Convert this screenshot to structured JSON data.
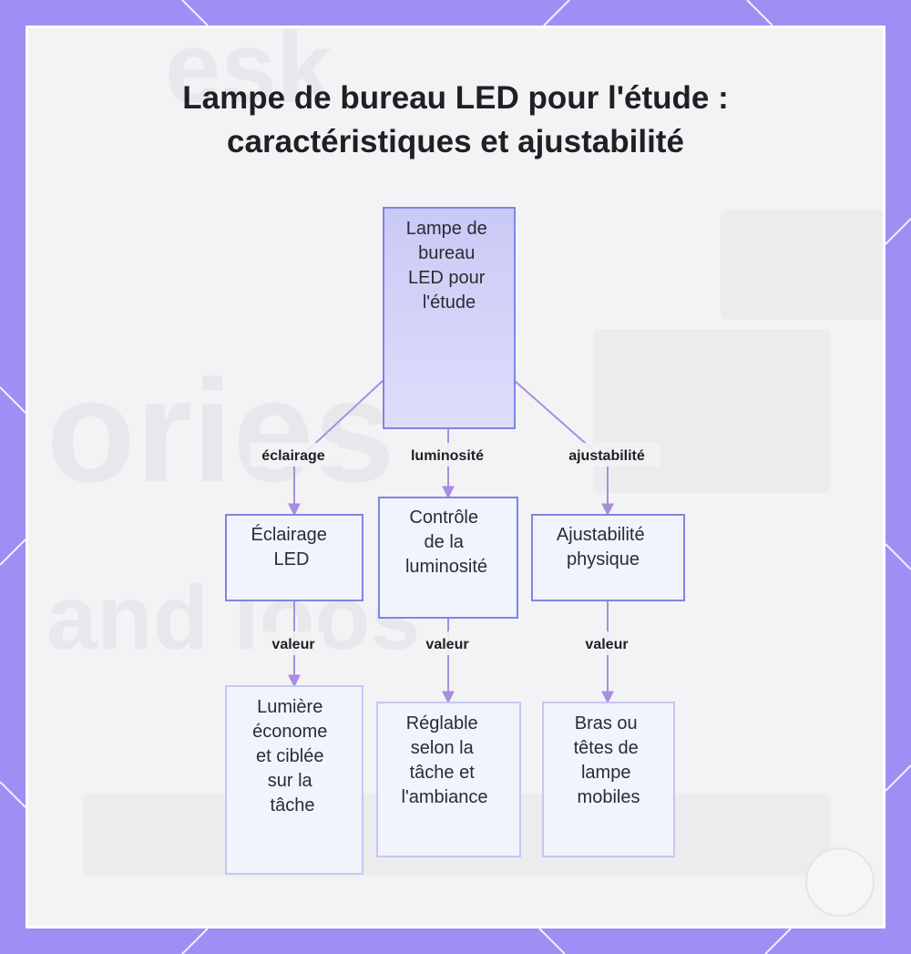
{
  "title": {
    "line1": "Lampe de bureau LED pour l'étude :",
    "line2": "caractéristiques et ajustabilité"
  },
  "colors": {
    "frame": "#a08ef5",
    "panel": "#f3f3f5",
    "root_fill_top": "#c9c9f6",
    "root_fill_bottom": "#dedefb",
    "node_fill": "#f1f3fd",
    "node_stroke": "#7f86e0",
    "edge": "#a88ee0"
  },
  "nodes": {
    "root": {
      "lines": [
        "Lampe de",
        "bureau",
        "LED pour",
        "l'étude"
      ]
    },
    "eclairage": {
      "lines": [
        "Éclairage",
        "LED"
      ]
    },
    "controle": {
      "lines": [
        "Contrôle",
        "de la",
        "luminosité"
      ]
    },
    "ajustabilite": {
      "lines": [
        "Ajustabilité",
        "physique"
      ]
    },
    "lumiere": {
      "lines": [
        "Lumière",
        "économe",
        "et ciblée",
        "sur la",
        "tâche"
      ]
    },
    "reglable": {
      "lines": [
        "Réglable",
        "selon la",
        "tâche et",
        "l'ambiance"
      ]
    },
    "bras": {
      "lines": [
        "Bras ou",
        "têtes de",
        "lampe",
        "mobiles"
      ]
    }
  },
  "edges": {
    "root_eclairage": "éclairage",
    "root_controle": "luminosité",
    "root_ajustabilite": "ajustabilité",
    "eclairage_lumiere": "valeur",
    "controle_reglable": "valeur",
    "ajustabilite_bras": "valeur"
  }
}
